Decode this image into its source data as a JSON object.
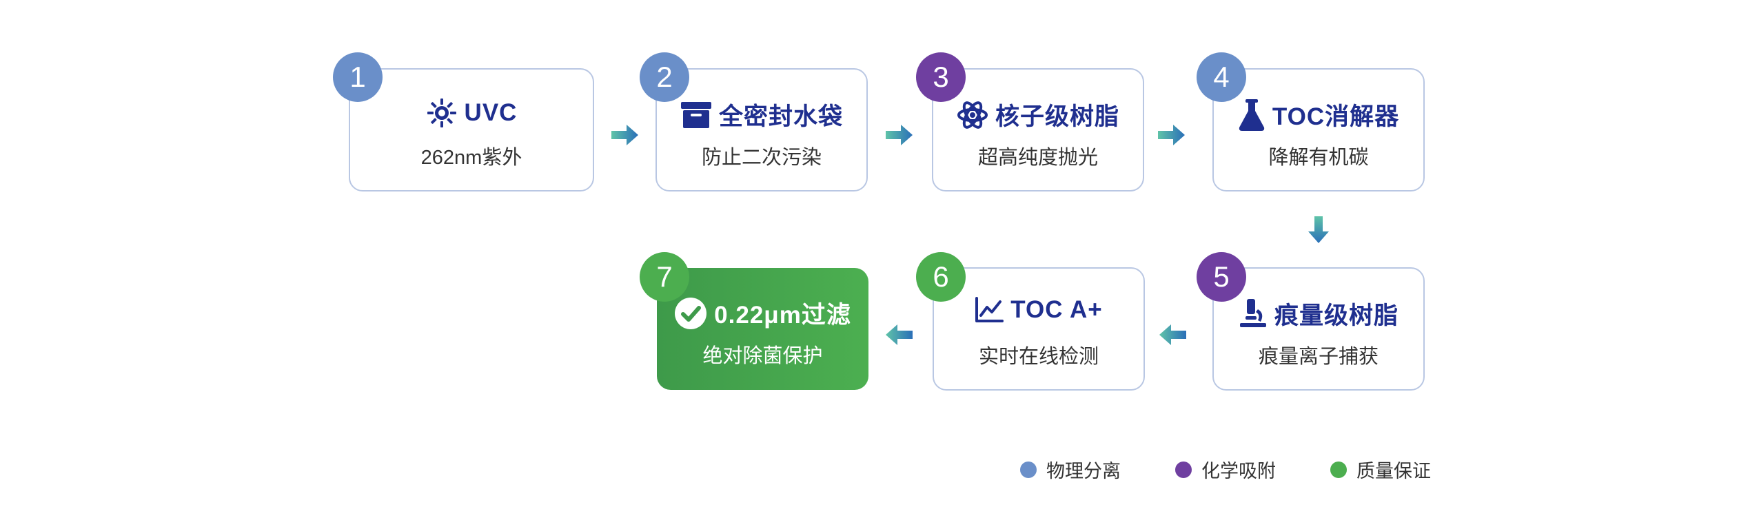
{
  "steps": [
    {
      "number": "1",
      "title": "UVC",
      "subtitle": "262nm紫外",
      "icon": "sun-icon",
      "category": "physical"
    },
    {
      "number": "2",
      "title": "全密封水袋",
      "subtitle": "防止二次污染",
      "icon": "sealed-bag-icon",
      "category": "physical"
    },
    {
      "number": "3",
      "title": "核子级树脂",
      "subtitle": "超高纯度抛光",
      "icon": "atom-icon",
      "category": "chemical"
    },
    {
      "number": "4",
      "title": "TOC消解器",
      "subtitle": "降解有机碳",
      "icon": "flask-icon",
      "category": "physical"
    },
    {
      "number": "5",
      "title": "痕量级树脂",
      "subtitle": "痕量离子捕获",
      "icon": "microscope-icon",
      "category": "chemical"
    },
    {
      "number": "6",
      "title": "TOC A+",
      "subtitle": "实时在线检测",
      "icon": "line-chart-icon",
      "category": "quality"
    },
    {
      "number": "7",
      "title": "0.22μm过滤",
      "subtitle": "绝对除菌保护",
      "icon": "check-circle-icon",
      "category": "quality"
    }
  ],
  "legend": [
    {
      "label": "物理分离",
      "color": "#6a8fc9"
    },
    {
      "label": "化学吸附",
      "color": "#6f3fa0"
    },
    {
      "label": "质量保证",
      "color": "#4cae4f"
    }
  ],
  "colors": {
    "physical": "#6a8fc9",
    "chemical": "#6f3fa0",
    "quality": "#4cae4f",
    "title": "#1f2f8f",
    "card_border": "#b9c7e3"
  }
}
